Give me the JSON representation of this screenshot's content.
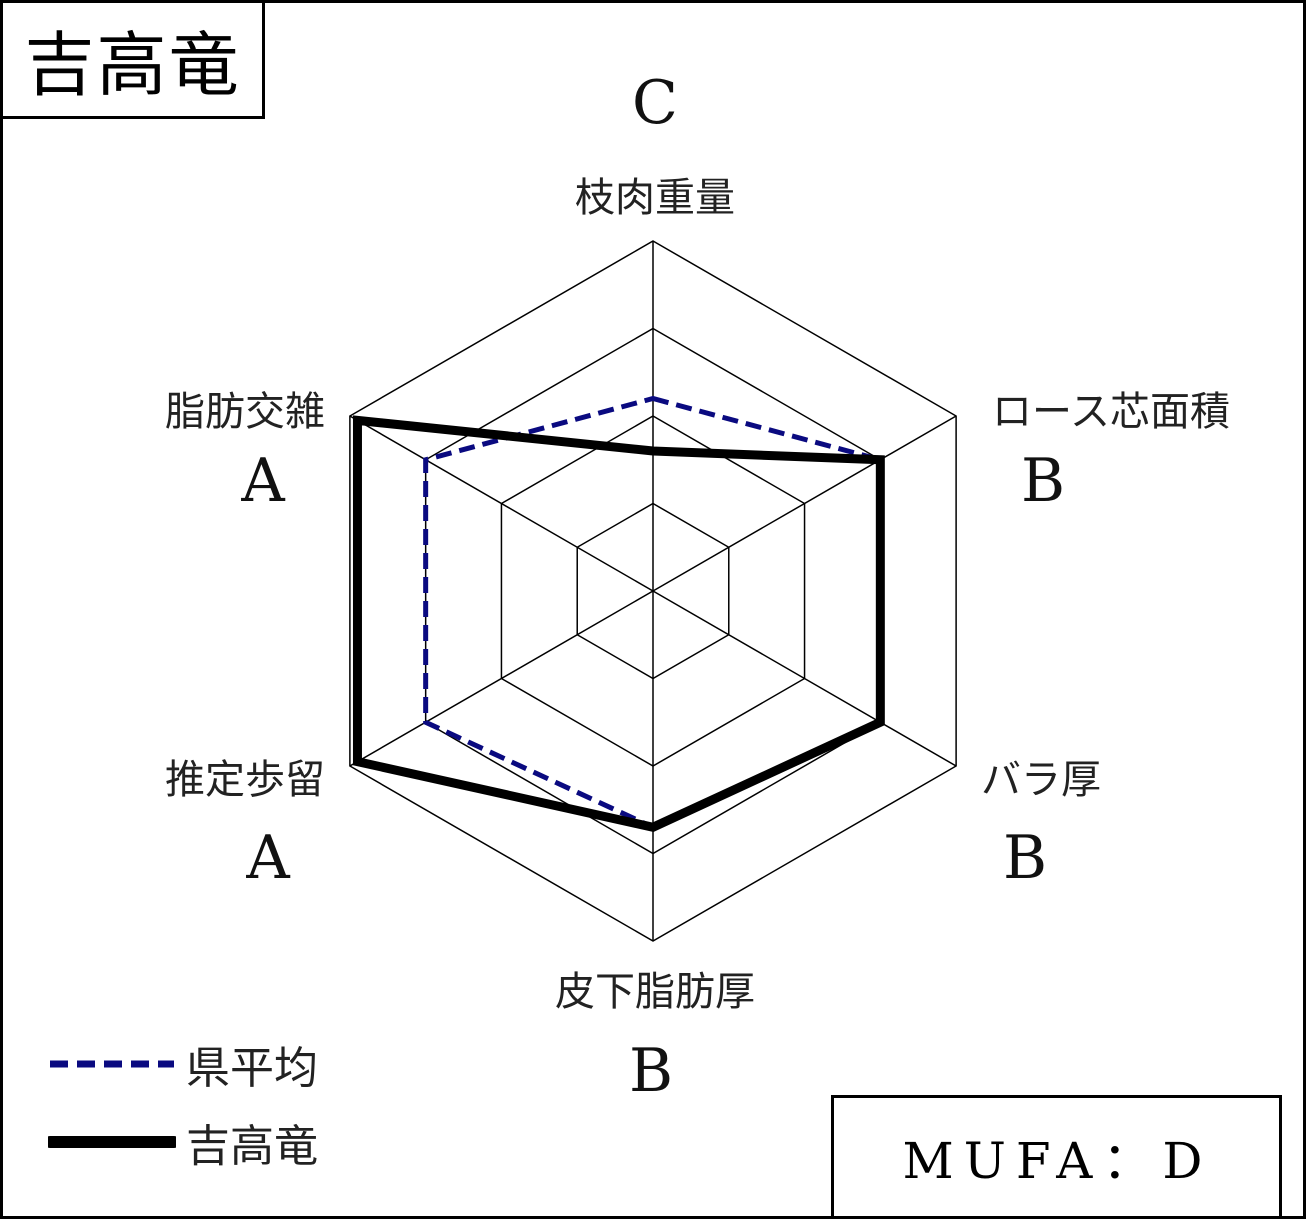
{
  "title": "吉高竜",
  "chart_data": {
    "type": "radar",
    "axes": [
      "枝肉重量",
      "ロース芯面積",
      "バラ厚",
      "皮下脂肪厚",
      "推定歩留",
      "脂肪交雑"
    ],
    "grades": [
      "C",
      "B",
      "B",
      "B",
      "A",
      "A"
    ],
    "rlim": [
      0,
      4
    ],
    "levels": 4,
    "grid": true,
    "legend_position": "bottom-left",
    "series": [
      {
        "name": "県平均",
        "values": [
          2.2,
          3.0,
          3.0,
          2.7,
          3.0,
          3.0
        ],
        "color": "#0a0a80",
        "style": "dashed"
      },
      {
        "name": "吉高竜",
        "values": [
          1.6,
          3.0,
          3.0,
          2.7,
          3.9,
          3.9
        ],
        "color": "#000000",
        "style": "solid"
      }
    ]
  },
  "legend": [
    {
      "label": "県平均"
    },
    {
      "label": "吉高竜"
    }
  ],
  "mufa": "MUFA：D"
}
